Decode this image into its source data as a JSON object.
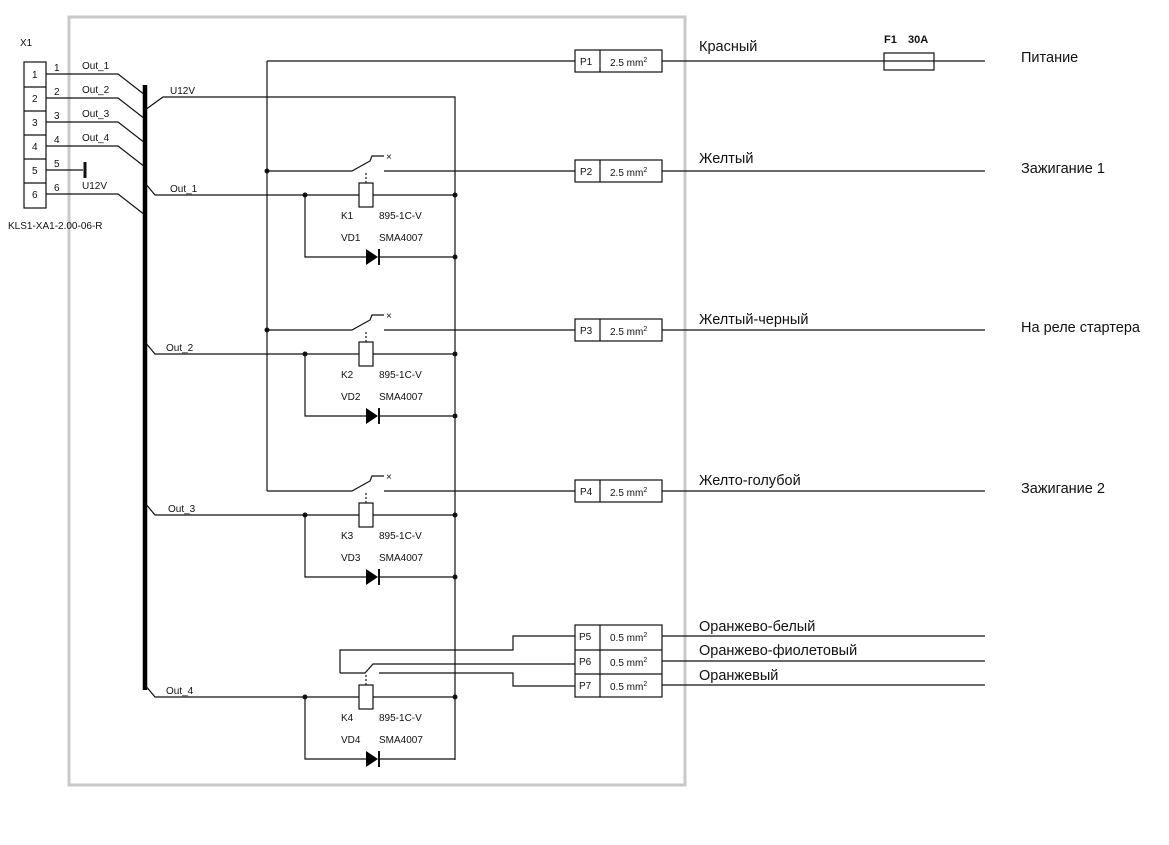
{
  "connector": {
    "ref": "X1",
    "part": "KLS1-XA1-2.00-06-R",
    "pins": [
      "1",
      "2",
      "3",
      "4",
      "5",
      "6"
    ],
    "wire_labels": [
      "Out_1",
      "Out_2",
      "Out_3",
      "Out_4",
      "U12V"
    ]
  },
  "bus": {
    "supply_label": "U12V"
  },
  "outputs": [
    {
      "label": "Out_1",
      "relay": "K1",
      "relay_part": "895-1C-V",
      "diode": "VD1",
      "diode_part": "SMA4007"
    },
    {
      "label": "Out_2",
      "relay": "K2",
      "relay_part": "895-1C-V",
      "diode": "VD2",
      "diode_part": "SMA4007"
    },
    {
      "label": "Out_3",
      "relay": "K3",
      "relay_part": "895-1C-V",
      "diode": "VD3",
      "diode_part": "SMA4007"
    },
    {
      "label": "Out_4",
      "relay": "K4",
      "relay_part": "895-1C-V",
      "diode": "VD4",
      "diode_part": "SMA4007"
    }
  ],
  "terminals": [
    {
      "id": "P1",
      "size": "2.5 mm",
      "wire_color": "Красный",
      "destination": "Питание"
    },
    {
      "id": "P2",
      "size": "2.5 mm",
      "wire_color": "Желтый",
      "destination": "Зажигание 1"
    },
    {
      "id": "P3",
      "size": "2.5 mm",
      "wire_color": "Желтый-черный",
      "destination": "На реле стартера"
    },
    {
      "id": "P4",
      "size": "2.5 mm",
      "wire_color": "Желто-голубой",
      "destination": "Зажигание 2"
    },
    {
      "id": "P5",
      "size": "0.5 mm",
      "wire_color": "Оранжево-белый",
      "destination": ""
    },
    {
      "id": "P6",
      "size": "0.5 mm",
      "wire_color": "Оранжево-фиолетовый",
      "destination": ""
    },
    {
      "id": "P7",
      "size": "0.5 mm",
      "wire_color": "Оранжевый",
      "destination": ""
    }
  ],
  "size_superscript": "2",
  "fuse": {
    "ref": "F1",
    "rating": "30A"
  }
}
